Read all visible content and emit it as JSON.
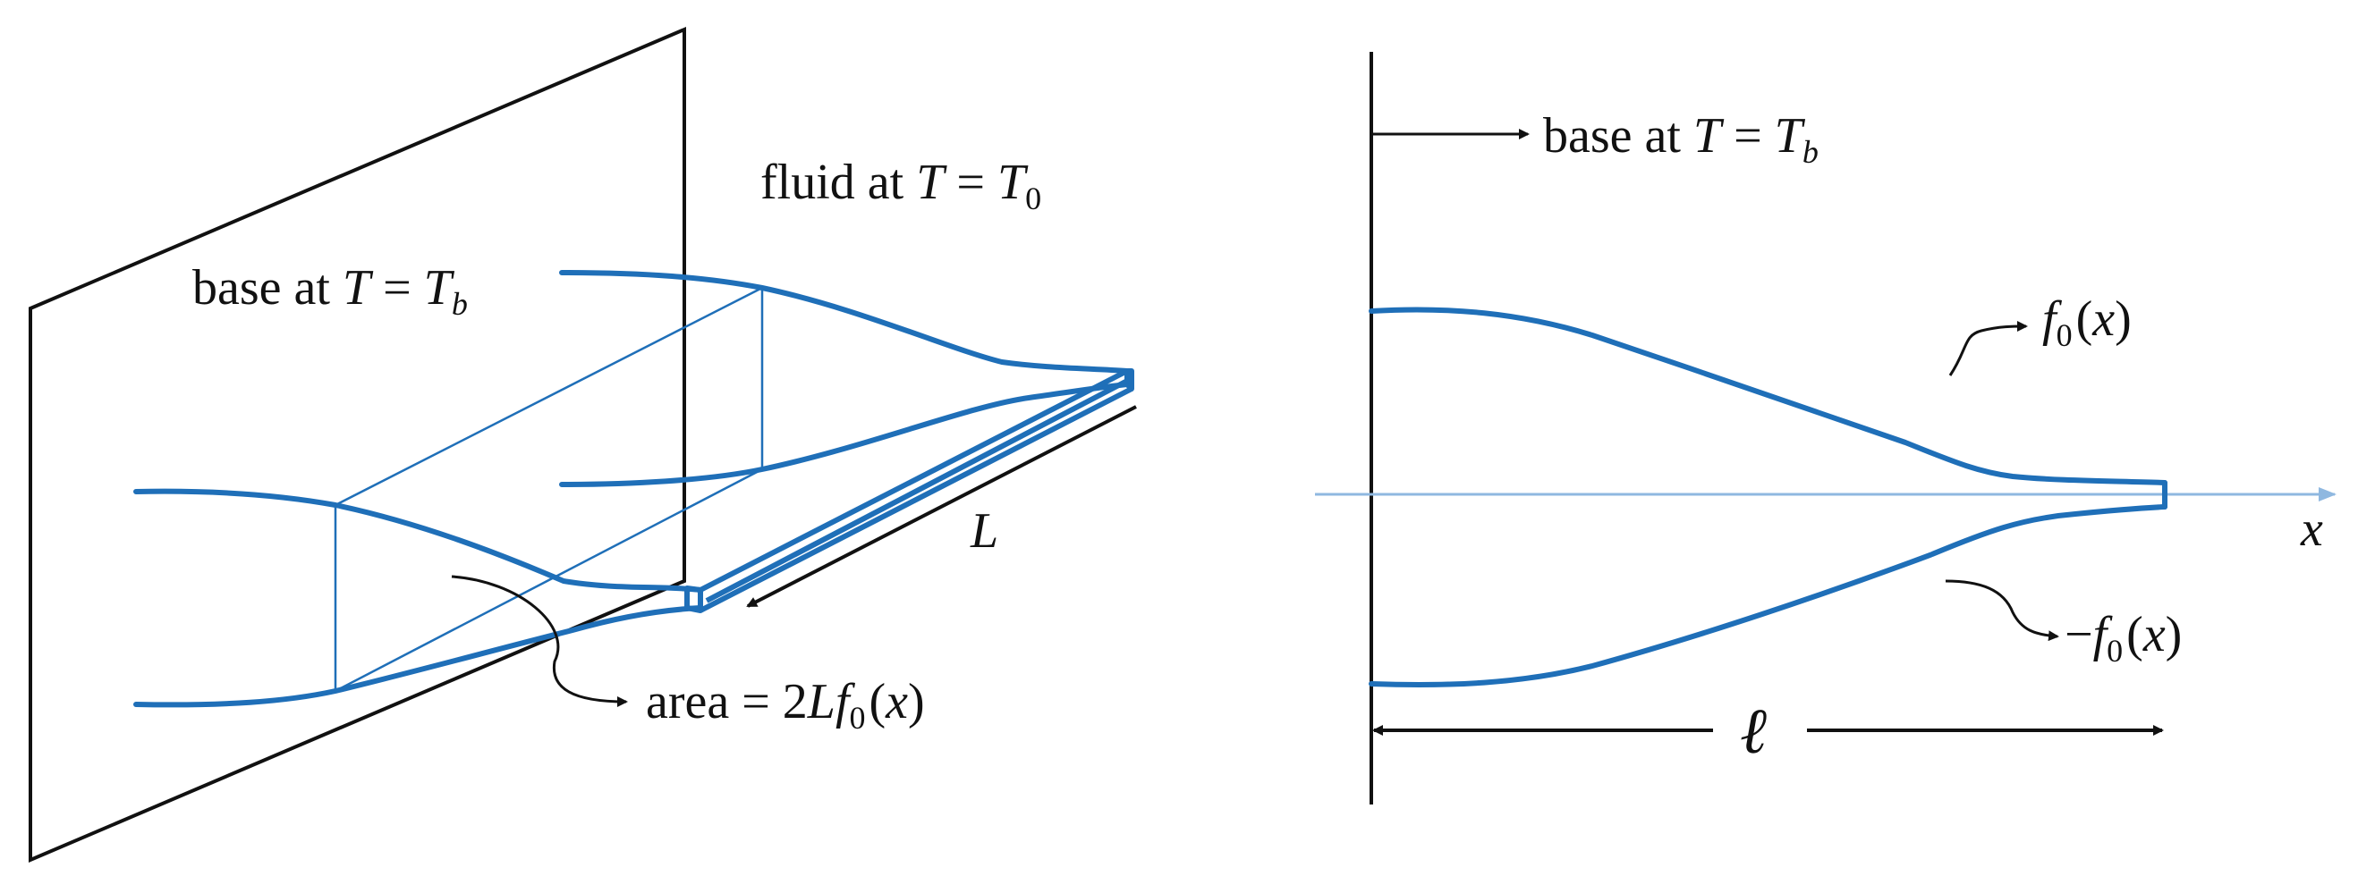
{
  "colors": {
    "fin": "#1f6fb8",
    "axis": "#8fb8e0",
    "ink": "#111111"
  },
  "left_panel": {
    "base_label": {
      "prefix": "base at ",
      "var": "T",
      "equals": " = ",
      "rhs": "T",
      "sub": "b"
    },
    "fluid_label": {
      "prefix": "fluid at ",
      "var": "T",
      "equals": " = ",
      "rhs": "T",
      "sub": "0"
    },
    "length_label": "L",
    "area_label": {
      "prefix": "area = 2",
      "L": "L",
      "f": "f",
      "sub": "0",
      "open": "(",
      "x": "x",
      "close": ")"
    }
  },
  "right_panel": {
    "base_label": {
      "prefix": "base at ",
      "var": "T",
      "equals": " = ",
      "rhs": "T",
      "sub": "b"
    },
    "upper_label": {
      "f": "f",
      "sub": "0",
      "open": "(",
      "x": "x",
      "close": ")"
    },
    "lower_label": {
      "minus": "−",
      "f": "f",
      "sub": "0",
      "open": "(",
      "x": "x",
      "close": ")"
    },
    "axis_label": "x",
    "length_label": "ℓ"
  }
}
